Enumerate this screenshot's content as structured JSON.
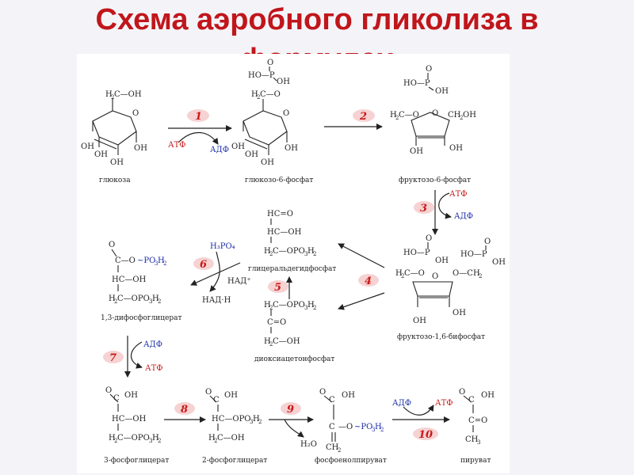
{
  "slide": {
    "title_line1": "Схема аэробного гликолиза в",
    "title_line2": "формулах"
  },
  "compounds": {
    "glucose": "глюкоза",
    "g6p": "глюкозо-6-фосфат",
    "f6p": "фруктозо-6-фосфат",
    "f16bp": "фруктозо-1,6-бифосфат",
    "gap": "глицеральдегидфосфат",
    "dhap": "диоксиацетонфосфат",
    "bpg13": "1,3-дифосфоглицерат",
    "pg3": "3-фосфоглицерат",
    "pg2": "2-фосфоглицерат",
    "pep": "фосфоенолпируват",
    "pyruvate": "пируват"
  },
  "steps": [
    "1",
    "2",
    "3",
    "4",
    "5",
    "6",
    "7",
    "8",
    "9",
    "10"
  ],
  "cofactors": {
    "atp": "АТФ",
    "adp": "АДФ",
    "nad": "НАД⁺",
    "nadh": "НАД·Н",
    "h3po4": "H₃PO₄",
    "water": "H₂O"
  },
  "colors": {
    "title": "#c0161b",
    "step": "#c81818",
    "adp": "#1a2ca8",
    "atp": "#c81818",
    "step_badge": "#f6d2d2"
  }
}
